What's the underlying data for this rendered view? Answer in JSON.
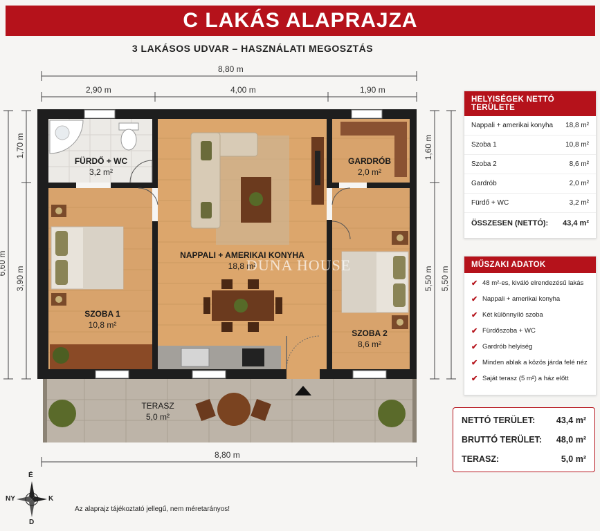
{
  "title": "C LAKÁS ALAPRAJZA",
  "subtitle": "3 LAKÁSOS UDVAR – HASZNÁLATI MEGOSZTÁS",
  "colors": {
    "accent": "#b5121b",
    "wall": "#1e1e1e",
    "floor": "#d9a36a",
    "terrace": "#bcb3a7"
  },
  "dimensions": {
    "top_total": "8,80 m",
    "top_left": "2,90 m",
    "top_middle": "4,00 m",
    "top_right": "1,90 m",
    "left_total": "6,60 m",
    "left_upper": "1,70 m",
    "left_lower": "3,90 m",
    "right_upper": "1,60 m",
    "right_middle": "5,50 m",
    "right_outer": "5,50 m",
    "bottom_total": "8,80 m"
  },
  "rooms": {
    "bath": {
      "name": "FÜRDŐ + WC",
      "area": "3,2 m²"
    },
    "living": {
      "name": "NAPPALI + AMERIKAI KONYHA",
      "area": "18,8 m²"
    },
    "wardrobe": {
      "name": "GARDRÓB",
      "area": "2,0 m²"
    },
    "room1": {
      "name": "SZOBA 1",
      "area": "10,8 m²"
    },
    "room2": {
      "name": "SZOBA 2",
      "area": "8,6 m²"
    },
    "terrace": {
      "name": "TERASZ",
      "area": "5,0 m²"
    }
  },
  "watermark": "DUNA HOUSE",
  "areas_panel": {
    "title": "HELYISÉGEK NETTÓ TERÜLETE",
    "rows": [
      {
        "label": "Nappali + amerikai konyha",
        "value": "18,8 m²"
      },
      {
        "label": "Szoba 1",
        "value": "10,8 m²"
      },
      {
        "label": "Szoba 2",
        "value": "8,6 m²"
      },
      {
        "label": "Gardrób",
        "value": "2,0 m²"
      },
      {
        "label": "Fürdő + WC",
        "value": "3,2 m²"
      }
    ],
    "total_label": "ÖSSZESEN (NETTÓ):",
    "total_value": "43,4 m²"
  },
  "tech_panel": {
    "title": "MŰSZAKI ADATOK",
    "items": [
      "48 m²-es, kiváló elrendezésű lakás",
      "Nappali + amerikai konyha",
      "Két különnyíló szoba",
      "Fürdőszoba + WC",
      "Gardrób helyiség",
      "Minden ablak a közös járda felé néz",
      "Saját terasz (5 m²) a ház előtt"
    ]
  },
  "totals": {
    "net_label": "NETTÓ TERÜLET:",
    "net_value": "43,4 m²",
    "gross_label": "BRUTTÓ TERÜLET:",
    "gross_value": "48,0 m²",
    "terrace_label": "TERASZ:",
    "terrace_value": "5,0 m²"
  },
  "compass": {
    "n": "É",
    "s": "D",
    "w": "NY",
    "e": "K"
  },
  "note": "Az alaprajz tájékoztató jellegű, nem méretarányos!"
}
